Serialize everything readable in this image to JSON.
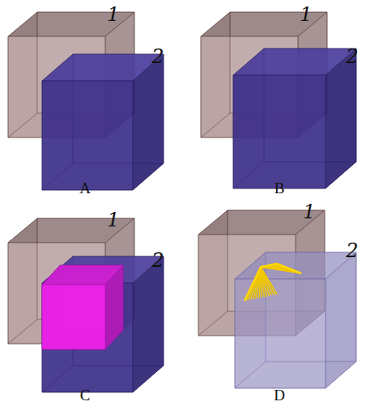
{
  "diagram": {
    "labels": [
      "1",
      "2",
      "1",
      "2",
      "A",
      "B",
      "1",
      "2",
      "1",
      "2",
      "C",
      "D"
    ]
  }
}
